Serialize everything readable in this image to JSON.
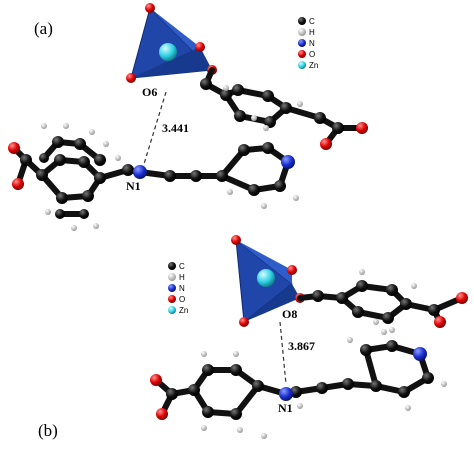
{
  "panels": {
    "a": {
      "label": "(a)",
      "oxygen_label": "O6",
      "nitrogen_label": "N1",
      "distance": "3.441",
      "legend": [
        "C",
        "H",
        "N",
        "O",
        "Zn"
      ]
    },
    "b": {
      "label": "(b)",
      "oxygen_label": "O8",
      "nitrogen_label": "N1",
      "distance": "3.867",
      "legend": [
        "C",
        "H",
        "N",
        "O",
        "Zn"
      ]
    }
  },
  "colors": {
    "carbon": "#0a0a0a",
    "hydrogen": "#d8d8d8",
    "nitrogen": "#1a2fd0",
    "oxygen": "#e00000",
    "zinc": "#31d3e6",
    "tetrahedron": "#1f46a8"
  }
}
